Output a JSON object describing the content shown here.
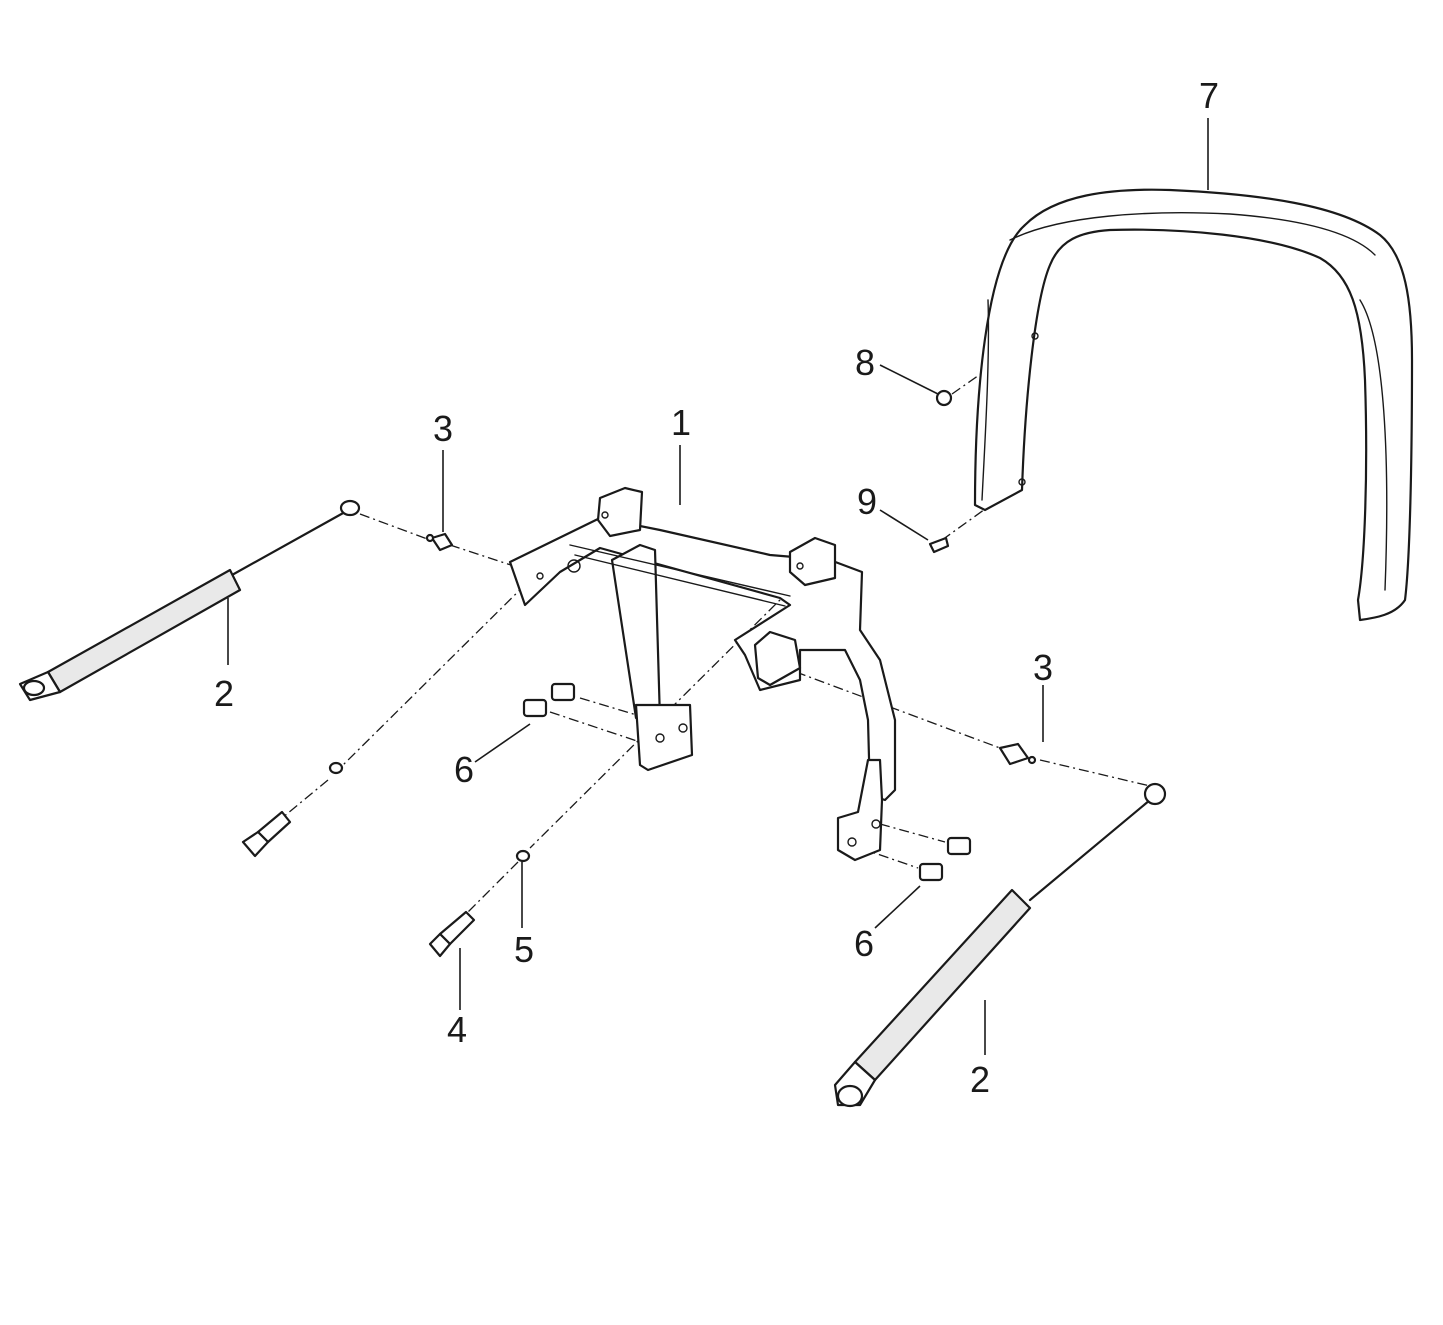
{
  "callouts": {
    "frame": "1",
    "gas_spring_left": "2",
    "gas_spring_right": "2",
    "ball_stud_left": "3",
    "ball_stud_right": "3",
    "bolt": "4",
    "washer": "5",
    "flange_bolt_left": "6",
    "flange_bolt_right": "6",
    "handle_bar": "7",
    "screw_upper": "8",
    "screw_lower": "9"
  }
}
